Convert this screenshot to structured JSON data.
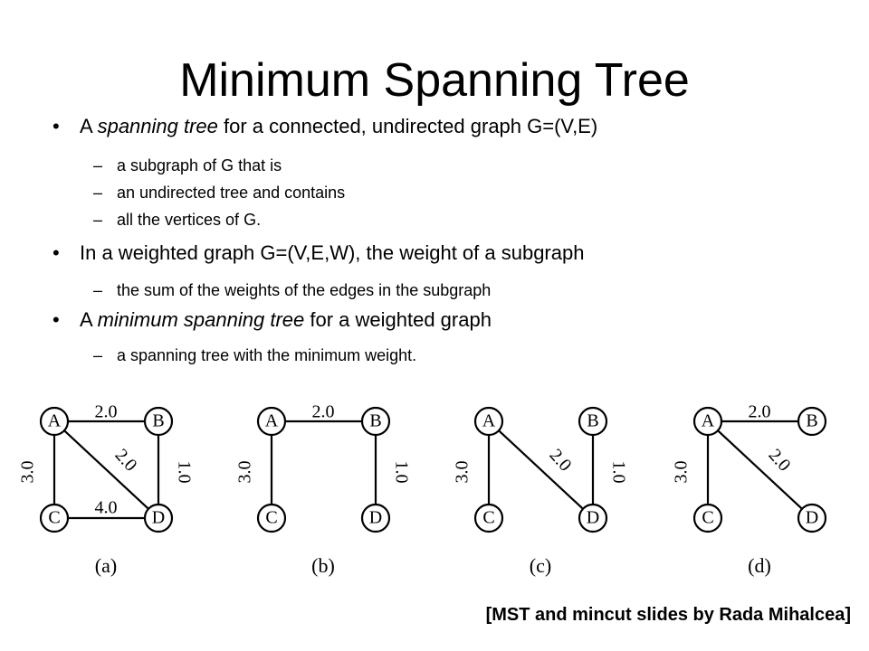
{
  "slide": {
    "title": "Minimum Spanning Tree",
    "credit": "[MST and mincut slides by Rada Mihalcea]"
  },
  "bullets": [
    {
      "parts": [
        {
          "text": "A ",
          "italic": false
        },
        {
          "text": "spanning tree",
          "italic": true
        },
        {
          "text": " for a connected, undirected graph G=(V,E)",
          "italic": false
        }
      ],
      "subs": [
        "a subgraph of G that is",
        "an undirected tree and contains",
        "all the vertices of G."
      ]
    },
    {
      "parts": [
        {
          "text": "In a weighted graph G=(V,E,W), the weight of a subgraph",
          "italic": false
        }
      ],
      "subs": [
        "the sum of the weights of the edges in the subgraph"
      ]
    },
    {
      "parts": [
        {
          "text": "A ",
          "italic": false
        },
        {
          "text": "minimum spanning tree",
          "italic": true
        },
        {
          "text": " for a weighted graph",
          "italic": false
        }
      ],
      "subs": [
        "a spanning tree with the minimum weight."
      ]
    }
  ],
  "bullet_glyph": "•",
  "sub_glyph": "–",
  "graphs": [
    {
      "caption": "(a)",
      "nodes": [
        "A",
        "B",
        "C",
        "D"
      ],
      "edges": [
        {
          "from": "A",
          "to": "B",
          "weight": "2.0"
        },
        {
          "from": "A",
          "to": "C",
          "weight": "3.0"
        },
        {
          "from": "A",
          "to": "D",
          "weight": "2.0"
        },
        {
          "from": "B",
          "to": "D",
          "weight": "1.0"
        },
        {
          "from": "C",
          "to": "D",
          "weight": "4.0"
        }
      ]
    },
    {
      "caption": "(b)",
      "nodes": [
        "A",
        "B",
        "C",
        "D"
      ],
      "edges": [
        {
          "from": "A",
          "to": "B",
          "weight": "2.0"
        },
        {
          "from": "A",
          "to": "C",
          "weight": "3.0"
        },
        {
          "from": "B",
          "to": "D",
          "weight": "1.0"
        }
      ]
    },
    {
      "caption": "(c)",
      "nodes": [
        "A",
        "B",
        "C",
        "D"
      ],
      "edges": [
        {
          "from": "A",
          "to": "C",
          "weight": "3.0"
        },
        {
          "from": "A",
          "to": "D",
          "weight": "2.0"
        },
        {
          "from": "B",
          "to": "D",
          "weight": "1.0"
        }
      ]
    },
    {
      "caption": "(d)",
      "nodes": [
        "A",
        "B",
        "C",
        "D"
      ],
      "edges": [
        {
          "from": "A",
          "to": "B",
          "weight": "2.0"
        },
        {
          "from": "A",
          "to": "C",
          "weight": "3.0"
        },
        {
          "from": "A",
          "to": "D",
          "weight": "2.0"
        }
      ]
    }
  ]
}
